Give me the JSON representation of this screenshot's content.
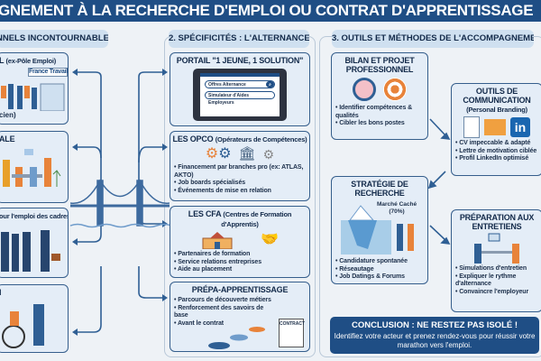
{
  "title": "GNEMENT À LA RECHERCHE D'EMPLOI OU CONTRAT D'APPRENTISSAGE",
  "columns": [
    {
      "header": "NNELS INCONTOURNABLES"
    },
    {
      "header": "2. SPÉCIFICITÉS : L'ALTERNANCE"
    },
    {
      "header": "3. OUTILS ET MÉTHODES DE L'ACCOMPAGNEMENT"
    }
  ],
  "left": [
    {
      "title": "L",
      "subtitle": "(ex-Pôle Emploi)",
      "note": "cien)",
      "sign": "France Travail"
    },
    {
      "title": "ALE"
    },
    {
      "title": "",
      "subtitle": "our l'emploi des cadres)"
    },
    {
      "title": "I"
    }
  ],
  "middle": [
    {
      "title": "PORTAIL \"1 JEUNE, 1 SOLUTION\"",
      "search1": "Offres Alternance",
      "search2": "Simulateur d'Aides Employeurs"
    },
    {
      "title": "LES OPCO",
      "subtitle": "(Opérateurs de Compétences)",
      "items": [
        "Financement par branches pro (ex: ATLAS, AKTO)",
        "Job boards spécialisés",
        "Événements de mise en relation"
      ]
    },
    {
      "title": "LES CFA",
      "subtitle": "(Centres de Formation d'Apprentis)",
      "items": [
        "Partenaires de formation",
        "Service relations entreprises",
        "Aide au placement"
      ]
    },
    {
      "title": "PRÉPA-APPRENTISSAGE",
      "items": [
        "Parcours de découverte métiers",
        "Renforcement des savoirs de base",
        "Avant le contrat"
      ],
      "contract": "CONTRACT"
    }
  ],
  "right": {
    "bilan": {
      "title": "BILAN ET PROJET PROFESSIONNEL",
      "items": [
        "Identifier compétences & qualités",
        "Cibler les bons postes"
      ]
    },
    "outils": {
      "title": "OUTILS DE COMMUNICATION",
      "subtitle": "(Personal Branding)",
      "items": [
        "CV impeccable & adapté",
        "Lettre de motivation ciblée",
        "Profil LinkedIn optimisé"
      ],
      "linkedin": "in"
    },
    "strategie": {
      "title": "STRATÉGIE DE RECHERCHE",
      "iceberg_label": "Marché Caché",
      "iceberg_pct": "(70%)",
      "items": [
        "Candidature spontanée",
        "Réseautage",
        "Job Datings & Forums"
      ]
    },
    "preparation": {
      "title": "PRÉPARATION AUX ENTRETIENS",
      "items": [
        "Simulations d'entretien",
        "Expliquer le rythme d'alternance",
        "Convaincre l'employeur"
      ]
    }
  },
  "conclusion": {
    "title": "CONCLUSION : NE RESTEZ PAS ISOLÉ !",
    "text": "Identifiez votre acteur et prenez rendez-vous pour réussir votre marathon vers l'emploi."
  },
  "colors": {
    "primary": "#1f4e85",
    "panel": "#e4edf7",
    "header": "#cfe0f0",
    "accent": "#e8833a"
  }
}
